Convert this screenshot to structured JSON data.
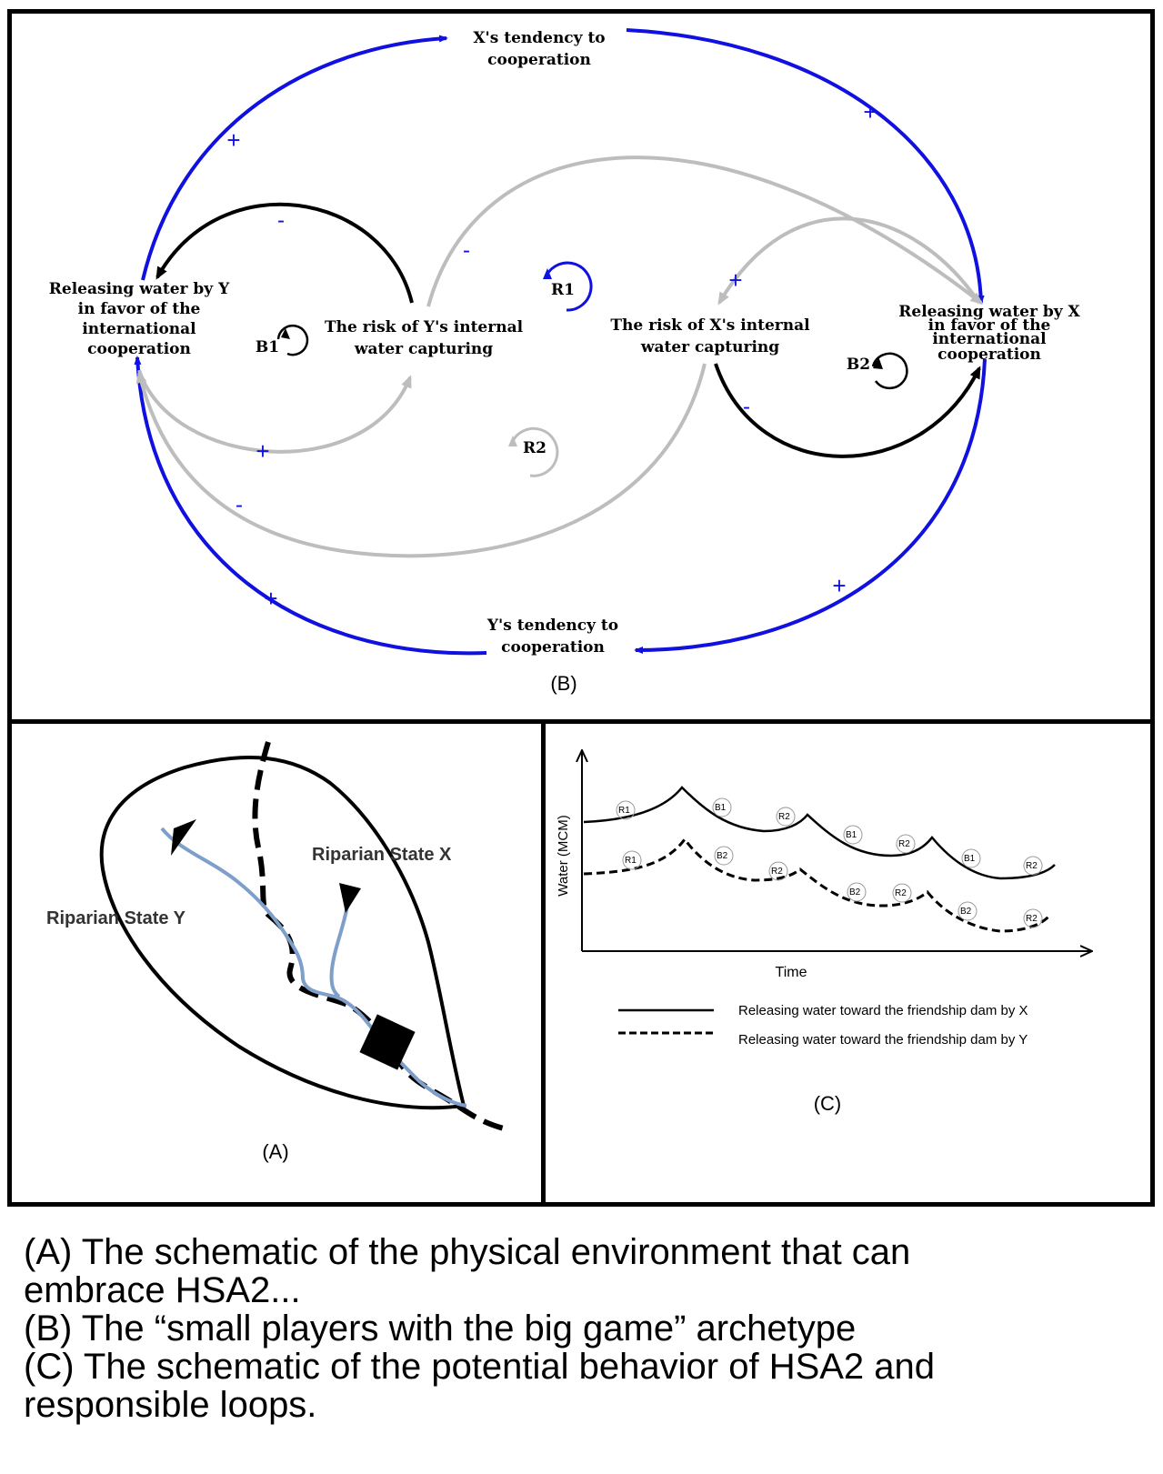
{
  "panel_b": {
    "label": "(B)",
    "nodes": {
      "x_tendency": [
        "X's tendency to",
        "cooperation"
      ],
      "y_tendency": [
        "Y's tendency to",
        "cooperation"
      ],
      "releasing_y": [
        "Releasing water by Y",
        "in favor of the",
        "international",
        "cooperation"
      ],
      "releasing_x": [
        "Releasing water by X",
        "in favor of the",
        "international",
        "cooperation"
      ],
      "risk_y": [
        "The risk of Y's internal",
        "water capturing"
      ],
      "risk_x": [
        "The risk of X's internal",
        "water capturing"
      ]
    },
    "loops": {
      "b1": "B1",
      "b2": "B2",
      "r1": "R1",
      "r2": "R2"
    },
    "polarity_plus": "+",
    "polarity_minus": "-",
    "colors": {
      "blue_links": "#1010e0",
      "grey_links": "#bdbdbd",
      "black_links": "#000000"
    }
  },
  "panel_a": {
    "label": "(A)",
    "state_x": "Riparian State X",
    "state_y": "Riparian State Y",
    "colors": {
      "river": "#7e9fc9"
    }
  },
  "panel_c": {
    "label": "(C)",
    "ylabel": "Water (MCM)",
    "xlabel": "Time",
    "legend_x": "Releasing water toward the friendship dam by X",
    "legend_y": "Releasing water toward the friendship dam by Y",
    "loop_markers_x": [
      "R1",
      "B1",
      "R2",
      "B1",
      "R2",
      "B1",
      "R2"
    ],
    "loop_markers_y": [
      "R1",
      "B2",
      "R2",
      "B2",
      "R2",
      "B2",
      "R2"
    ]
  },
  "caption": {
    "line_a1": "(A) The schematic of the physical environment that can",
    "line_a2": "embrace HSA2...",
    "line_b": "(B) The “small players with the big game” archetype",
    "line_c1": "(C) The schematic of the potential behavior of HSA2 and",
    "line_c2": "responsible loops."
  }
}
